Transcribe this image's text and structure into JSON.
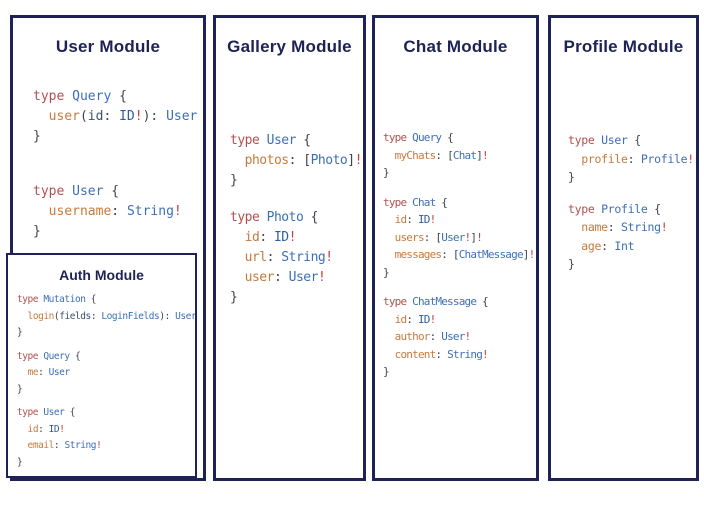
{
  "colors": {
    "background": "#ffffff",
    "border": "#1e2255",
    "title": "#1e2255",
    "keyword": "#b25050",
    "type": "#3d6fb5",
    "type_dark": "#2f5d9e",
    "field": "#c67a3d",
    "punctuation": "#3d4350",
    "bang": "#c2413c",
    "param": "#3c5068"
  },
  "panels": [
    {
      "id": "user",
      "title": "User Module",
      "blocks": [
        [
          [
            [
              "kw",
              "type "
            ],
            [
              "ty",
              "Query "
            ],
            [
              "pu",
              "{"
            ]
          ],
          [
            [
              "pu",
              "  "
            ],
            [
              "fld",
              "user"
            ],
            [
              "pu",
              "("
            ],
            [
              "arg",
              "id"
            ],
            [
              "pu",
              ": "
            ],
            [
              "tyd",
              "ID"
            ],
            [
              "bang",
              "!"
            ],
            [
              "pu",
              "): "
            ],
            [
              "ty",
              "User"
            ]
          ],
          [
            [
              "pu",
              "}"
            ]
          ]
        ],
        [
          [
            [
              "kw",
              "type "
            ],
            [
              "ty",
              "User "
            ],
            [
              "pu",
              "{"
            ]
          ],
          [
            [
              "pu",
              "  "
            ],
            [
              "fld",
              "username"
            ],
            [
              "pu",
              ": "
            ],
            [
              "ty",
              "String"
            ],
            [
              "bang",
              "!"
            ]
          ],
          [
            [
              "pu",
              "}"
            ]
          ]
        ]
      ]
    },
    {
      "id": "gallery",
      "title": "Gallery Module",
      "blocks": [
        [
          [
            [
              "kw",
              "type "
            ],
            [
              "ty",
              "User "
            ],
            [
              "pu",
              "{"
            ]
          ],
          [
            [
              "pu",
              "  "
            ],
            [
              "fld",
              "photos"
            ],
            [
              "pu",
              ": ["
            ],
            [
              "ty",
              "Photo"
            ],
            [
              "pu",
              "]"
            ],
            [
              "bang",
              "!"
            ]
          ],
          [
            [
              "pu",
              "}"
            ]
          ]
        ],
        [
          [
            [
              "kw",
              "type "
            ],
            [
              "ty",
              "Photo "
            ],
            [
              "pu",
              "{"
            ]
          ],
          [
            [
              "pu",
              "  "
            ],
            [
              "fld",
              "id"
            ],
            [
              "pu",
              ": "
            ],
            [
              "tyd",
              "ID"
            ],
            [
              "bang",
              "!"
            ]
          ],
          [
            [
              "pu",
              "  "
            ],
            [
              "fld",
              "url"
            ],
            [
              "pu",
              ": "
            ],
            [
              "ty",
              "String"
            ],
            [
              "bang",
              "!"
            ]
          ],
          [
            [
              "pu",
              "  "
            ],
            [
              "fld",
              "user"
            ],
            [
              "pu",
              ": "
            ],
            [
              "ty",
              "User"
            ],
            [
              "bang",
              "!"
            ]
          ],
          [
            [
              "pu",
              "}"
            ]
          ]
        ]
      ]
    },
    {
      "id": "chat",
      "title": "Chat Module",
      "blocks": [
        [
          [
            [
              "kw",
              "type "
            ],
            [
              "ty",
              "Query "
            ],
            [
              "pu",
              "{"
            ]
          ],
          [
            [
              "pu",
              "  "
            ],
            [
              "fld",
              "myChats"
            ],
            [
              "pu",
              ": ["
            ],
            [
              "ty",
              "Chat"
            ],
            [
              "pu",
              "]"
            ],
            [
              "bang",
              "!"
            ]
          ],
          [
            [
              "pu",
              "}"
            ]
          ]
        ],
        [
          [
            [
              "kw",
              "type "
            ],
            [
              "ty",
              "Chat "
            ],
            [
              "pu",
              "{"
            ]
          ],
          [
            [
              "pu",
              "  "
            ],
            [
              "fld",
              "id"
            ],
            [
              "pu",
              ": "
            ],
            [
              "tyd",
              "ID"
            ],
            [
              "bang",
              "!"
            ]
          ],
          [
            [
              "pu",
              "  "
            ],
            [
              "fld",
              "users"
            ],
            [
              "pu",
              ": ["
            ],
            [
              "ty",
              "User"
            ],
            [
              "bang",
              "!"
            ],
            [
              "pu",
              "]"
            ],
            [
              "bang",
              "!"
            ]
          ],
          [
            [
              "pu",
              "  "
            ],
            [
              "fld",
              "messages"
            ],
            [
              "pu",
              ": ["
            ],
            [
              "ty",
              "ChatMessage"
            ],
            [
              "pu",
              "]"
            ],
            [
              "bang",
              "!"
            ]
          ],
          [
            [
              "pu",
              "}"
            ]
          ]
        ],
        [
          [
            [
              "kw",
              "type "
            ],
            [
              "ty",
              "ChatMessage "
            ],
            [
              "pu",
              "{"
            ]
          ],
          [
            [
              "pu",
              "  "
            ],
            [
              "fld",
              "id"
            ],
            [
              "pu",
              ": "
            ],
            [
              "tyd",
              "ID"
            ],
            [
              "bang",
              "!"
            ]
          ],
          [
            [
              "pu",
              "  "
            ],
            [
              "fld",
              "author"
            ],
            [
              "pu",
              ": "
            ],
            [
              "ty",
              "User"
            ],
            [
              "bang",
              "!"
            ]
          ],
          [
            [
              "pu",
              "  "
            ],
            [
              "fld",
              "content"
            ],
            [
              "pu",
              ": "
            ],
            [
              "ty",
              "String"
            ],
            [
              "bang",
              "!"
            ]
          ],
          [
            [
              "pu",
              "}"
            ]
          ]
        ]
      ]
    },
    {
      "id": "profile",
      "title": "Profile Module",
      "blocks": [
        [
          [
            [
              "kw",
              "type "
            ],
            [
              "ty",
              "User "
            ],
            [
              "pu",
              "{"
            ]
          ],
          [
            [
              "pu",
              "  "
            ],
            [
              "fld",
              "profile"
            ],
            [
              "pu",
              ": "
            ],
            [
              "ty",
              "Profile"
            ],
            [
              "bang",
              "!"
            ]
          ],
          [
            [
              "pu",
              "}"
            ]
          ]
        ],
        [
          [
            [
              "kw",
              "type "
            ],
            [
              "ty",
              "Profile "
            ],
            [
              "pu",
              "{"
            ]
          ],
          [
            [
              "pu",
              "  "
            ],
            [
              "fld",
              "name"
            ],
            [
              "pu",
              ": "
            ],
            [
              "ty",
              "String"
            ],
            [
              "bang",
              "!"
            ]
          ],
          [
            [
              "pu",
              "  "
            ],
            [
              "fld",
              "age"
            ],
            [
              "pu",
              ": "
            ],
            [
              "ty",
              "Int"
            ]
          ],
          [
            [
              "pu",
              "}"
            ]
          ]
        ]
      ]
    }
  ],
  "auth_module": {
    "title": "Auth Module",
    "blocks": [
      [
        [
          [
            "kw",
            "type "
          ],
          [
            "ty",
            "Mutation "
          ],
          [
            "pu",
            "{"
          ]
        ],
        [
          [
            "pu",
            "  "
          ],
          [
            "fld",
            "login"
          ],
          [
            "pu",
            "("
          ],
          [
            "arg",
            "fields"
          ],
          [
            "pu",
            ": "
          ],
          [
            "ty",
            "LoginFields"
          ],
          [
            "pu",
            "): "
          ],
          [
            "ty",
            "User"
          ]
        ],
        [
          [
            "pu",
            "}"
          ]
        ]
      ],
      [
        [
          [
            "kw",
            "type "
          ],
          [
            "ty",
            "Query "
          ],
          [
            "pu",
            "{"
          ]
        ],
        [
          [
            "pu",
            "  "
          ],
          [
            "fld",
            "me"
          ],
          [
            "pu",
            ": "
          ],
          [
            "ty",
            "User"
          ]
        ],
        [
          [
            "pu",
            "}"
          ]
        ]
      ],
      [
        [
          [
            "kw",
            "type "
          ],
          [
            "ty",
            "User "
          ],
          [
            "pu",
            "{"
          ]
        ],
        [
          [
            "pu",
            "  "
          ],
          [
            "fld",
            "id"
          ],
          [
            "pu",
            ": "
          ],
          [
            "tyd",
            "ID"
          ],
          [
            "bang",
            "!"
          ]
        ],
        [
          [
            "pu",
            "  "
          ],
          [
            "fld",
            "email"
          ],
          [
            "pu",
            ": "
          ],
          [
            "ty",
            "String"
          ],
          [
            "bang",
            "!"
          ]
        ],
        [
          [
            "pu",
            "}"
          ]
        ]
      ]
    ]
  }
}
